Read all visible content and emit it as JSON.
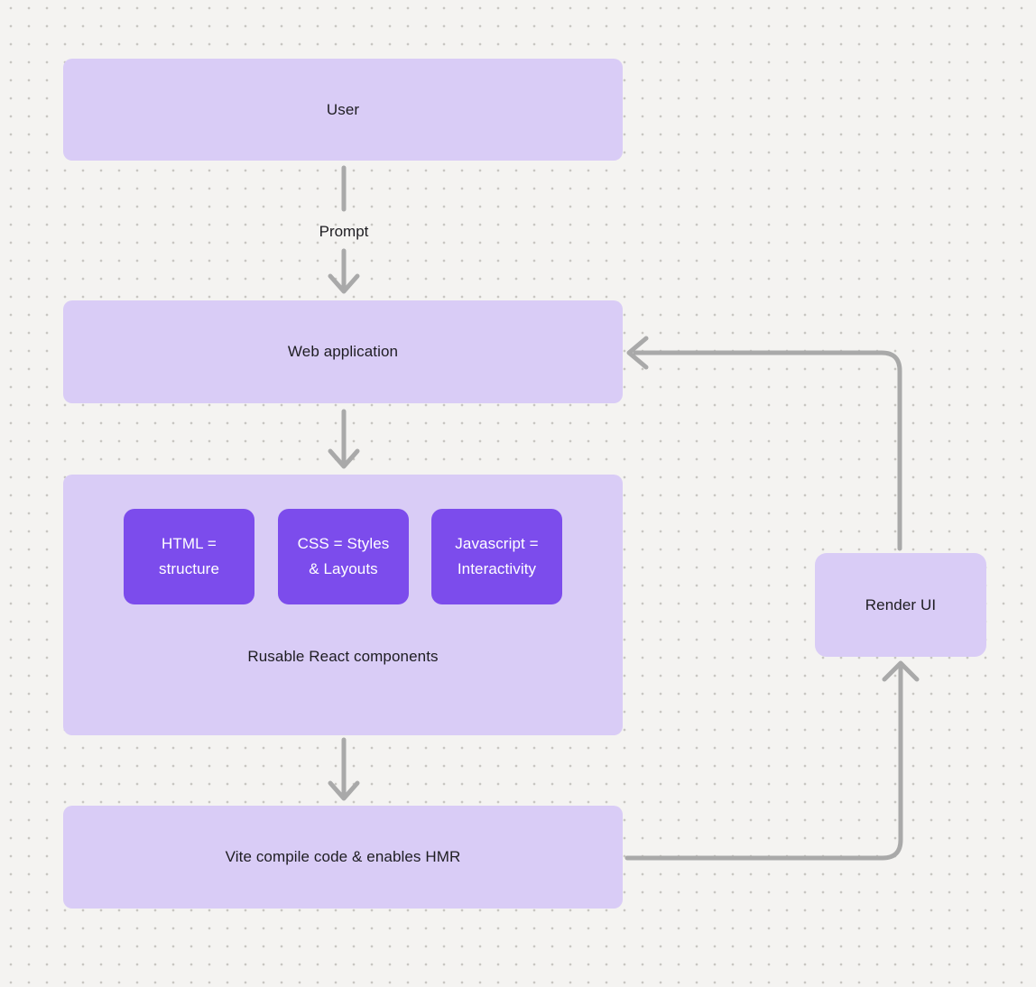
{
  "diagram": {
    "nodes": {
      "user": {
        "label": "User"
      },
      "web_application": {
        "label": "Web application"
      },
      "components": {
        "chips": [
          {
            "label": "HTML =\nstructure"
          },
          {
            "label": "CSS = Styles\n& Layouts"
          },
          {
            "label": "Javascript =\nInteractivity"
          }
        ],
        "caption": "Rusable React components"
      },
      "vite": {
        "label": "Vite compile code & enables HMR"
      },
      "render_ui": {
        "label": "Render UI"
      }
    },
    "edge_labels": {
      "prompt": "Prompt"
    },
    "colors": {
      "background": "#f4f3f1",
      "dot": "#c8c6c2",
      "node_fill": "#d9ccf6",
      "chip_fill": "#7c4cec",
      "arrow": "#a9a9a9",
      "text_dark": "#1e1d22",
      "text_light": "#ffffff"
    }
  }
}
